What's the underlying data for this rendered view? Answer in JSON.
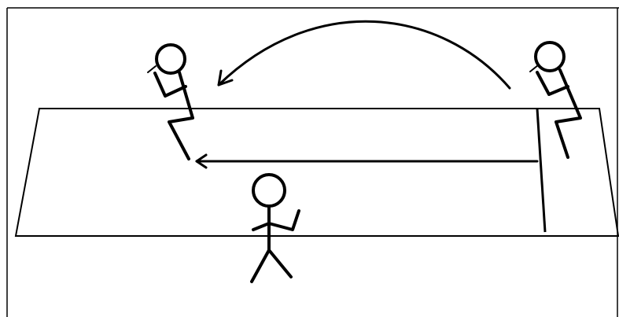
{
  "diagram": {
    "stroke_color": "#000000",
    "background_color": "#ffffff",
    "figures": [
      {
        "id": "receiver",
        "role": "person-seated-left"
      },
      {
        "id": "thrower",
        "role": "person-seated-right"
      },
      {
        "id": "middle",
        "role": "person-standing-center"
      }
    ],
    "arrows": [
      {
        "id": "arc-arrow",
        "from": "thrower",
        "to": "receiver",
        "style": "curved"
      },
      {
        "id": "straight-arrow",
        "from": "thrower",
        "to": "receiver",
        "style": "straight"
      }
    ]
  }
}
